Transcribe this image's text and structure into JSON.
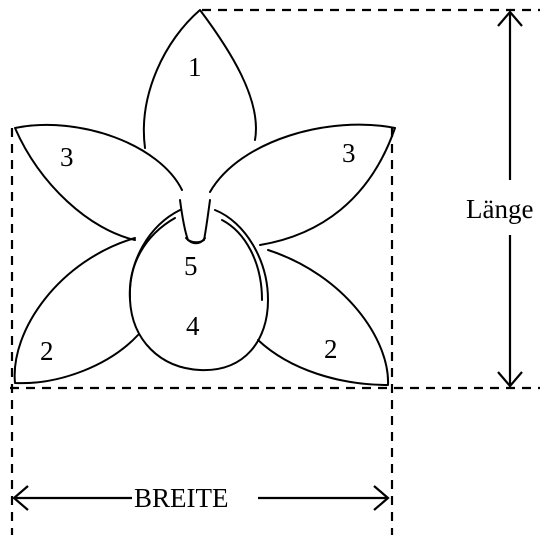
{
  "diagram": {
    "labels": {
      "petal_top": "1",
      "petal_upper_left": "3",
      "petal_upper_right": "3",
      "petal_lower_left": "2",
      "petal_lower_right": "2",
      "lip": "4",
      "column": "5"
    },
    "dimensions": {
      "height_label": "Länge",
      "width_label": "BREITE"
    }
  }
}
